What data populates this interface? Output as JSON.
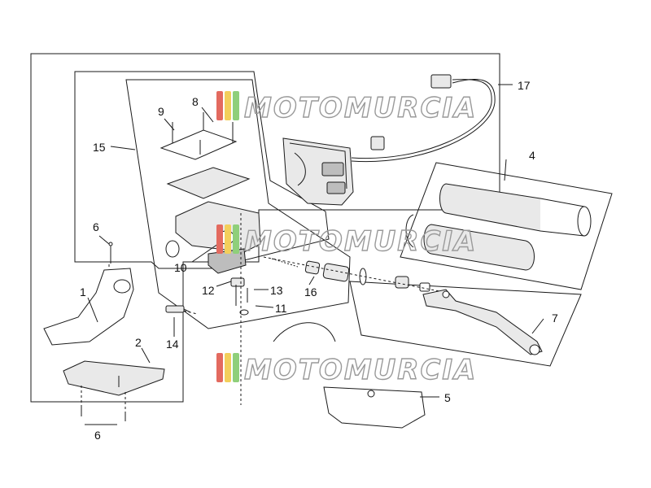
{
  "diagram": {
    "labels": {
      "l1": "1",
      "l2": "2",
      "l4": "4",
      "l5": "5",
      "l6a": "6",
      "l6b": "6",
      "l7": "7",
      "l8": "8",
      "l9": "9",
      "l10": "10",
      "l11": "11",
      "l12": "12",
      "l13": "13",
      "l14": "14",
      "l15": "15",
      "l16": "16",
      "l17": "17"
    },
    "watermark": {
      "text": "MOTOMURCIA",
      "stripe_colors": [
        "#e36a5f",
        "#f3cf5b",
        "#8fcf7a"
      ]
    }
  }
}
